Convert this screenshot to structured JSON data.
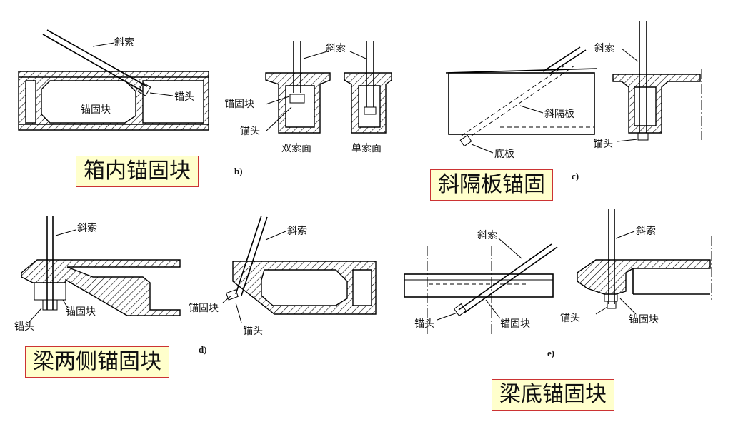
{
  "titles": {
    "box_inner": "箱内锚固块",
    "diag_plate": "斜隔板锚固",
    "side": "梁两侧锚固块",
    "bottom": "梁底锚固块"
  },
  "sub_labels": {
    "b": "b)",
    "c": "c)",
    "d": "d)",
    "e": "e)"
  },
  "labels": {
    "cable": "斜索",
    "anchor_block": "锚固块",
    "anchor_head": "锚头",
    "double_plane": "双索面",
    "single_plane": "单索面",
    "diag_diaphragm": "斜隔板",
    "bottom_plate": "底板"
  },
  "colors": {
    "title_bg": "#ffffcc",
    "title_border": "#cc3333",
    "line": "#000000"
  }
}
